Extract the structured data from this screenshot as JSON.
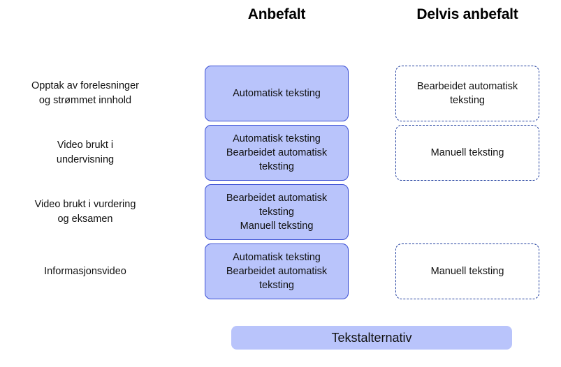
{
  "headers": {
    "recommended": "Anbefalt",
    "partial": "Delvis anbefalt"
  },
  "rows": [
    {
      "label": "Opptak av forelesninger og strømmet innhold",
      "label_lines": [
        "Opptak av forelesninger",
        "og strømmet innhold"
      ],
      "recommended": [
        "Automatisk teksting"
      ],
      "partial": [
        "Bearbeidet automatisk teksting"
      ]
    },
    {
      "label": "Video brukt i undervisning",
      "label_lines": [
        "Video brukt i",
        "undervisning"
      ],
      "recommended": [
        "Automatisk teksting",
        "Bearbeidet automatisk teksting"
      ],
      "partial": [
        "Manuell teksting"
      ]
    },
    {
      "label": "Video brukt i vurdering og eksamen",
      "label_lines": [
        "Video brukt i vurdering",
        "og eksamen"
      ],
      "recommended": [
        "Bearbeidet automatisk teksting",
        "Manuell teksting"
      ],
      "partial": []
    },
    {
      "label": "Informasjonsvideo",
      "label_lines": [
        "Informasjonsvideo"
      ],
      "recommended": [
        "Automatisk teksting",
        "Bearbeidet automatisk teksting"
      ],
      "partial": [
        "Manuell teksting"
      ]
    }
  ],
  "footer": {
    "label": "Tekstalternativ"
  },
  "colors": {
    "box_fill": "#b9c4fb",
    "box_border": "#3b4fd4",
    "dashed_border": "#1f3d9e",
    "text": "#111111",
    "background": "#ffffff"
  }
}
